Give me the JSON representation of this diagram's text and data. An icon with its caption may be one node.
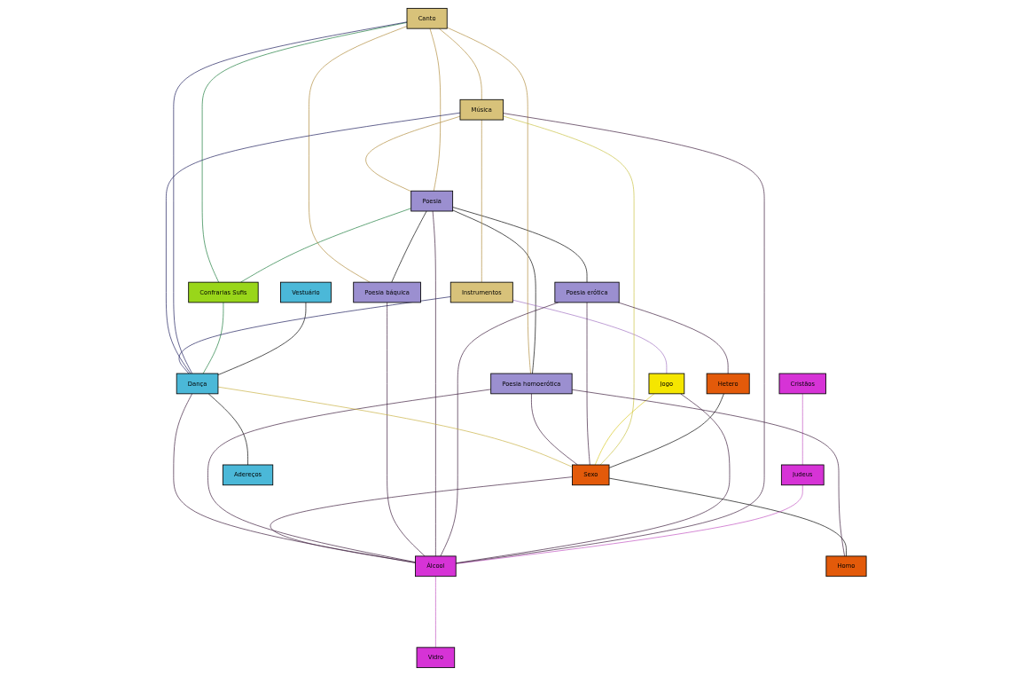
{
  "diagram": {
    "nodes": [
      {
        "text": [
          "Poesia"
        ]
      },
      {
        "text": [
          "Poesia erótica"
        ]
      },
      {
        "text": [
          "Poesia báquica"
        ]
      },
      {
        "text": [
          "Poesia homoerótica"
        ]
      },
      {
        "text": [
          "Confrarias Sufis"
        ]
      },
      {
        "text": [
          "Vestuário"
        ]
      },
      {
        "text": [
          "Dança"
        ]
      },
      {
        "text": [
          "Adereços"
        ]
      },
      {
        "text": [
          "Canto"
        ]
      },
      {
        "text": [
          "Música"
        ]
      },
      {
        "text": [
          "Instrumentos"
        ]
      },
      {
        "text": [
          "Jogo"
        ]
      },
      {
        "text": [
          "Hetero"
        ]
      },
      {
        "text": [
          "Sexo"
        ]
      },
      {
        "text": [
          "Homo"
        ]
      },
      {
        "text": [
          "Álcool"
        ]
      },
      {
        "text": [
          "Cristãos"
        ]
      },
      {
        "text": [
          "Judeus"
        ]
      },
      {
        "text": [
          "Vidro"
        ]
      }
    ],
    "edges": [
      {
        "from": 0,
        "to": 1,
        "arrow": "none",
        "color": "#000000"
      },
      {
        "from": 0,
        "to": 2,
        "arrow": "none",
        "color": "#000000"
      },
      {
        "from": 0,
        "to": 3,
        "arrow": "none",
        "color": "#000000"
      },
      {
        "from": 5,
        "to": 6,
        "arrow": "none",
        "color": "#000000"
      },
      {
        "from": 6,
        "to": 7,
        "arrow": "none",
        "color": "#000000"
      },
      {
        "from": 12,
        "to": 13,
        "arrow": "none",
        "color": "#000000"
      },
      {
        "from": 13,
        "to": 14,
        "arrow": "none",
        "color": "#000000"
      },
      {
        "from": 8,
        "to": 9,
        "arrow": "none",
        "color": "#b08a3a"
      },
      {
        "from": 9,
        "to": 10,
        "arrow": "none",
        "color": "#b08a3a"
      },
      {
        "from": 10,
        "to": 11,
        "arrow": "none",
        "color": "#a070c0"
      },
      {
        "from": 16,
        "to": 17,
        "arrow": "none",
        "color": "#c050c0"
      },
      {
        "from": 17,
        "to": 15,
        "arrow": "none",
        "color": "#c050c0"
      },
      {
        "from": 15,
        "to": 18,
        "arrow": "none",
        "color": "#c050c0"
      },
      {
        "from": 0,
        "to": 4,
        "arrow": "none",
        "color": "#1a7a3a"
      },
      {
        "from": 4,
        "to": 6,
        "arrow": "none",
        "color": "#1a7a3a"
      },
      {
        "from": 8,
        "to": 0,
        "arrow": "none",
        "color": "#b08a3a"
      },
      {
        "from": 8,
        "to": 2,
        "arrow": "none",
        "color": "#b08a3a"
      },
      {
        "from": 8,
        "to": 3,
        "arrow": "none",
        "color": "#b08a3a"
      },
      {
        "from": 8,
        "to": 4,
        "arrow": "none",
        "color": "#1a7a3a"
      },
      {
        "from": 8,
        "to": 6,
        "arrow": "none",
        "color": "#1a1a5a"
      },
      {
        "from": 9,
        "to": 0,
        "arrow": "none",
        "color": "#b08a3a"
      },
      {
        "from": 9,
        "to": 6,
        "arrow": "none",
        "color": "#1a1a5a"
      },
      {
        "from": 9,
        "to": 13,
        "arrow": "none",
        "color": "#c8c040"
      },
      {
        "from": 9,
        "to": 15,
        "arrow": "none"
      },
      {
        "from": 10,
        "to": 6,
        "arrow": "none",
        "color": "#1a1a5a"
      },
      {
        "from": 11,
        "to": 13,
        "arrow": "none",
        "color": "#d8c820"
      },
      {
        "from": 11,
        "to": 15,
        "arrow": "none"
      },
      {
        "from": 1,
        "to": 15,
        "arrow": "none"
      },
      {
        "from": 1,
        "to": 12,
        "arrow": "none"
      },
      {
        "from": 1,
        "to": 13,
        "arrow": "none"
      },
      {
        "from": 0,
        "to": 15,
        "arrow": "none"
      },
      {
        "from": 2,
        "to": 15,
        "arrow": "none"
      },
      {
        "from": 3,
        "to": 15,
        "arrow": "none"
      },
      {
        "from": 3,
        "to": 13,
        "arrow": "none"
      },
      {
        "from": 3,
        "to": 14,
        "arrow": "none"
      },
      {
        "from": 6,
        "to": 15,
        "arrow": "none"
      },
      {
        "from": 6,
        "to": 13,
        "arrow": "none",
        "color": "#c8b040"
      },
      {
        "from": 13,
        "to": 15,
        "arrow": "none"
      }
    ]
  }
}
